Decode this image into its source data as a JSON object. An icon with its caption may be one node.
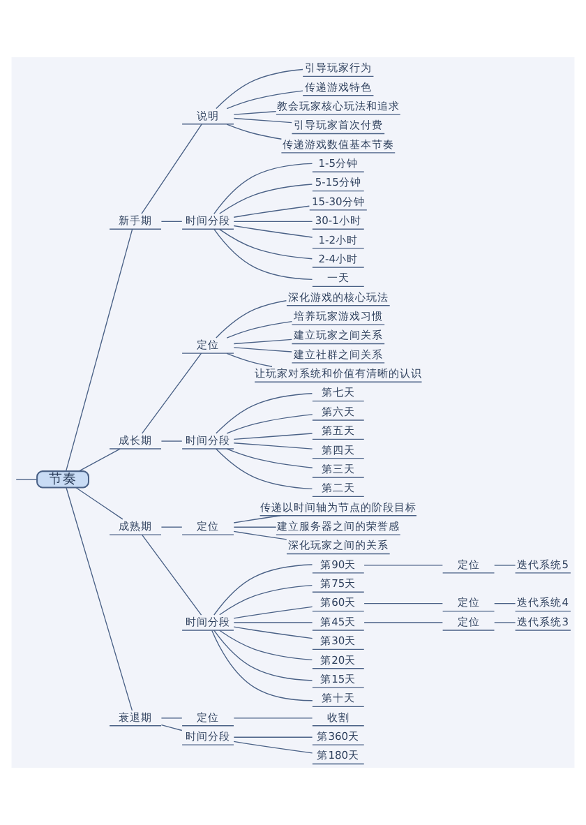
{
  "diagram": {
    "nodes": [
      {
        "text": [
          "节奏"
        ]
      },
      {
        "text": [
          "新手期"
        ]
      },
      {
        "text": [
          "说明"
        ]
      },
      {
        "text": [
          "引导玩家行为"
        ]
      },
      {
        "text": [
          "传递游戏特色"
        ]
      },
      {
        "text": [
          "教会玩家核心玩法和追求"
        ]
      },
      {
        "text": [
          "引导玩家首次付费"
        ]
      },
      {
        "text": [
          "传递游戏数值基本节奏"
        ]
      },
      {
        "text": [
          "时间分段"
        ]
      },
      {
        "text": [
          "1-5分钟"
        ]
      },
      {
        "text": [
          "5-15分钟"
        ]
      },
      {
        "text": [
          "15-30分钟"
        ]
      },
      {
        "text": [
          "30-1小时"
        ]
      },
      {
        "text": [
          "1-2小时"
        ]
      },
      {
        "text": [
          "2-4小时"
        ]
      },
      {
        "text": [
          "一天"
        ]
      },
      {
        "text": [
          "成长期"
        ]
      },
      {
        "text": [
          "定位"
        ]
      },
      {
        "text": [
          "深化游戏的核心玩法"
        ]
      },
      {
        "text": [
          "培养玩家游戏习惯"
        ]
      },
      {
        "text": [
          "建立玩家之间关系"
        ]
      },
      {
        "text": [
          "建立社群之间关系"
        ]
      },
      {
        "text": [
          "让玩家对系统和价值有清晰的认识"
        ]
      },
      {
        "text": [
          "时间分段"
        ]
      },
      {
        "text": [
          "第七天"
        ]
      },
      {
        "text": [
          "第六天"
        ]
      },
      {
        "text": [
          "第五天"
        ]
      },
      {
        "text": [
          "第四天"
        ]
      },
      {
        "text": [
          "第三天"
        ]
      },
      {
        "text": [
          "第二天"
        ]
      },
      {
        "text": [
          "成熟期"
        ]
      },
      {
        "text": [
          "定位"
        ]
      },
      {
        "text": [
          "传递以时间轴为节点的阶段目标"
        ]
      },
      {
        "text": [
          "建立服务器之间的荣誉感"
        ]
      },
      {
        "text": [
          "深化玩家之间的关系"
        ]
      },
      {
        "text": [
          "时间分段"
        ]
      },
      {
        "text": [
          "第90天"
        ]
      },
      {
        "text": [
          "定位"
        ]
      },
      {
        "text": [
          "迭代系统5"
        ]
      },
      {
        "text": [
          "第75天"
        ]
      },
      {
        "text": [
          "第60天"
        ]
      },
      {
        "text": [
          "定位"
        ]
      },
      {
        "text": [
          "迭代系统4"
        ]
      },
      {
        "text": [
          "第45天"
        ]
      },
      {
        "text": [
          "定位"
        ]
      },
      {
        "text": [
          "迭代系统3"
        ]
      },
      {
        "text": [
          "第30天"
        ]
      },
      {
        "text": [
          "第20天"
        ]
      },
      {
        "text": [
          "第15天"
        ]
      },
      {
        "text": [
          "第十天"
        ]
      },
      {
        "text": [
          "衰退期"
        ]
      },
      {
        "text": [
          "定位"
        ]
      },
      {
        "text": [
          "收割"
        ]
      },
      {
        "text": [
          "时间分段"
        ]
      },
      {
        "text": [
          "第360天"
        ]
      },
      {
        "text": [
          "第180天"
        ]
      }
    ],
    "edges": [
      {
        "from": null,
        "to": 0,
        "arrow": "none"
      },
      {
        "from": 0,
        "to": 1,
        "arrow": "none"
      },
      {
        "from": 1,
        "to": 2,
        "arrow": "none"
      },
      {
        "from": 2,
        "to": 3,
        "arrow": "none"
      },
      {
        "from": 2,
        "to": 4,
        "arrow": "none"
      },
      {
        "from": 2,
        "to": 5,
        "arrow": "none"
      },
      {
        "from": 2,
        "to": 6,
        "arrow": "none"
      },
      {
        "from": 2,
        "to": 7,
        "arrow": "none"
      },
      {
        "from": 1,
        "to": 8,
        "arrow": "none"
      },
      {
        "from": 8,
        "to": 9,
        "arrow": "none"
      },
      {
        "from": 8,
        "to": 10,
        "arrow": "none"
      },
      {
        "from": 8,
        "to": 11,
        "arrow": "none"
      },
      {
        "from": 8,
        "to": 12,
        "arrow": "none"
      },
      {
        "from": 8,
        "to": 13,
        "arrow": "none"
      },
      {
        "from": 8,
        "to": 14,
        "arrow": "none"
      },
      {
        "from": 8,
        "to": 15,
        "arrow": "none"
      },
      {
        "from": 0,
        "to": 16,
        "arrow": "none"
      },
      {
        "from": 16,
        "to": 17,
        "arrow": "none"
      },
      {
        "from": 17,
        "to": 18,
        "arrow": "none"
      },
      {
        "from": 17,
        "to": 19,
        "arrow": "none"
      },
      {
        "from": 17,
        "to": 20,
        "arrow": "none"
      },
      {
        "from": 17,
        "to": 21,
        "arrow": "none"
      },
      {
        "from": 17,
        "to": 22,
        "arrow": "none"
      },
      {
        "from": 16,
        "to": 23,
        "arrow": "none"
      },
      {
        "from": 23,
        "to": 24,
        "arrow": "none"
      },
      {
        "from": 23,
        "to": 25,
        "arrow": "none"
      },
      {
        "from": 23,
        "to": 26,
        "arrow": "none"
      },
      {
        "from": 23,
        "to": 27,
        "arrow": "none"
      },
      {
        "from": 23,
        "to": 28,
        "arrow": "none"
      },
      {
        "from": 23,
        "to": 29,
        "arrow": "none"
      },
      {
        "from": 0,
        "to": 30,
        "arrow": "none"
      },
      {
        "from": 30,
        "to": 31,
        "arrow": "none"
      },
      {
        "from": 31,
        "to": 32,
        "arrow": "none"
      },
      {
        "from": 31,
        "to": 33,
        "arrow": "none"
      },
      {
        "from": 31,
        "to": 34,
        "arrow": "none"
      },
      {
        "from": 30,
        "to": 35,
        "arrow": "none"
      },
      {
        "from": 35,
        "to": 36,
        "arrow": "none"
      },
      {
        "from": 36,
        "to": 37,
        "arrow": "none"
      },
      {
        "from": 37,
        "to": 38,
        "arrow": "none"
      },
      {
        "from": 35,
        "to": 39,
        "arrow": "none"
      },
      {
        "from": 35,
        "to": 40,
        "arrow": "none"
      },
      {
        "from": 40,
        "to": 41,
        "arrow": "none"
      },
      {
        "from": 41,
        "to": 42,
        "arrow": "none"
      },
      {
        "from": 35,
        "to": 43,
        "arrow": "none"
      },
      {
        "from": 43,
        "to": 44,
        "arrow": "none"
      },
      {
        "from": 44,
        "to": 45,
        "arrow": "none"
      },
      {
        "from": 35,
        "to": 46,
        "arrow": "none"
      },
      {
        "from": 35,
        "to": 47,
        "arrow": "none"
      },
      {
        "from": 35,
        "to": 48,
        "arrow": "none"
      },
      {
        "from": 35,
        "to": 49,
        "arrow": "none"
      },
      {
        "from": 0,
        "to": 50,
        "arrow": "none"
      },
      {
        "from": 50,
        "to": 51,
        "arrow": "none"
      },
      {
        "from": 51,
        "to": 52,
        "arrow": "none"
      },
      {
        "from": 50,
        "to": 53,
        "arrow": "none"
      },
      {
        "from": 53,
        "to": 54,
        "arrow": "none"
      },
      {
        "from": 53,
        "to": 55,
        "arrow": "none"
      }
    ]
  }
}
